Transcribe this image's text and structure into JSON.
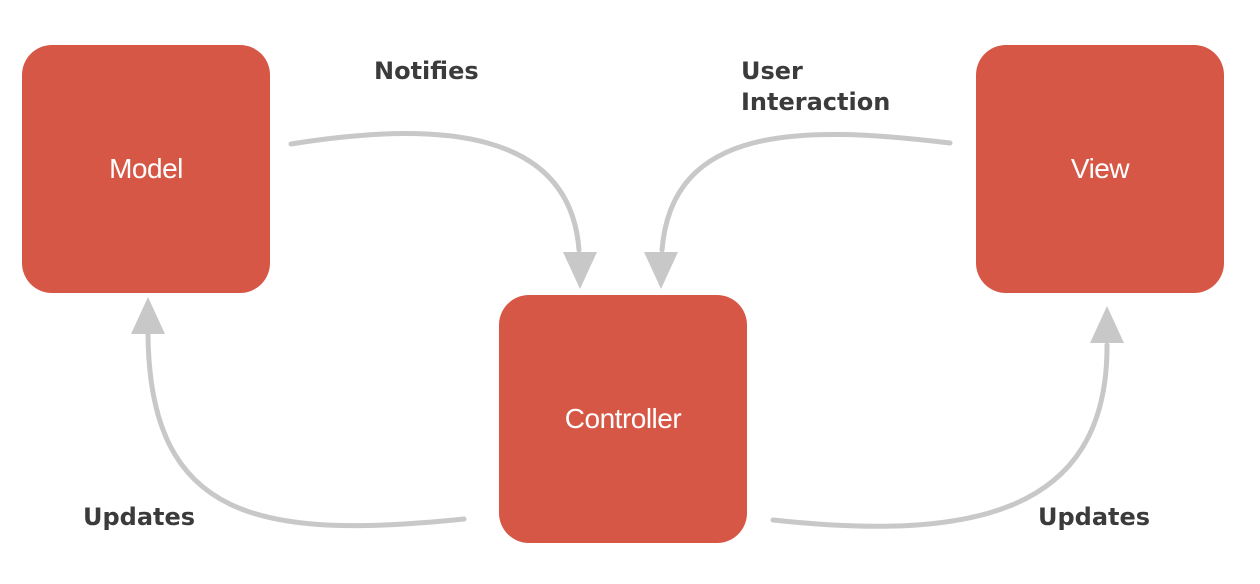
{
  "colors": {
    "node_fill": "#D75746",
    "node_text": "#FFFFFF",
    "arrow": "#C8C8C8",
    "label_text": "#3B3B3B"
  },
  "nodes": {
    "model": "Model",
    "view": "View",
    "controller": "Controller"
  },
  "edges": {
    "notifies": {
      "label": "Notifies",
      "from": "Model",
      "to": "Controller"
    },
    "user_interaction": {
      "label_line1": "User",
      "label_line2": "Interaction",
      "from": "View",
      "to": "Controller"
    },
    "updates_model": {
      "label": "Updates",
      "from": "Controller",
      "to": "Model"
    },
    "updates_view": {
      "label": "Updates",
      "from": "Controller",
      "to": "View"
    }
  }
}
